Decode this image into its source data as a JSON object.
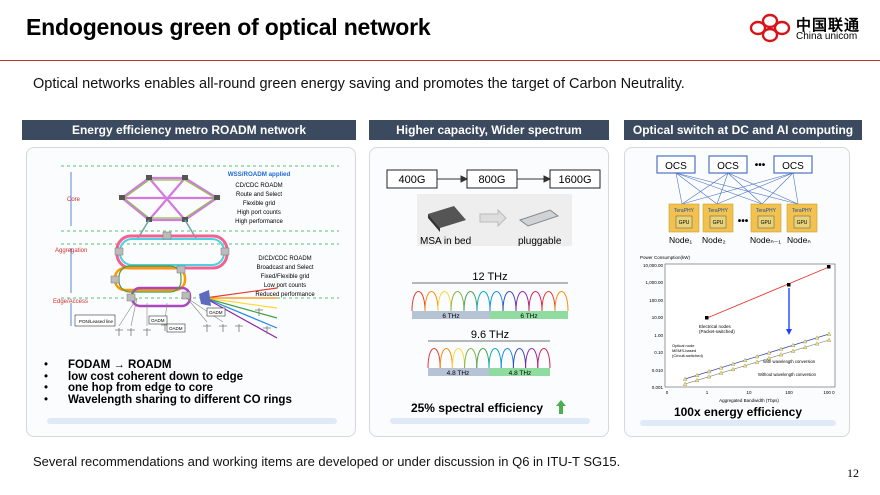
{
  "title": "Endogenous green of optical network",
  "logo": {
    "cn": "中国联通",
    "en": "China unicom"
  },
  "subtitle": "Optical networks enables all-round green energy saving and promotes the target of Carbon Neutrality.",
  "panels": [
    {
      "heading": "Energy efficiency metro ROADM network",
      "layers": {
        "core": "Core",
        "aggregation": "Aggregation",
        "edge": "Edge/Access"
      },
      "wss_title": "WSS/ROADM applied",
      "wss_lines": [
        "CD/CDC ROADM",
        "Route and Select",
        "Flexible grid",
        "High port counts",
        "High performance"
      ],
      "dcdc_lines": [
        "D/CD/CDC ROADM",
        "Broadcast and Select",
        "Fixed/Flexible grid",
        "Low port counts",
        "Reduced performance"
      ],
      "diagram_labels": {
        "pon": "PON/Leased line",
        "oadm1": "OADM",
        "oadm2": "OADM",
        "oadm3": "OADM"
      },
      "bullets": [
        "FODAM → ROADM",
        "low cost coherent down to edge",
        "one hop from edge to core",
        "Wavelength sharing to different CO rings"
      ]
    },
    {
      "heading": "Higher capacity, Wider spectrum",
      "rates": [
        "400G",
        "800G",
        "1600G"
      ],
      "module_labels": [
        "MSA in bed",
        "pluggable"
      ],
      "spectrum": [
        {
          "total": "12 THz",
          "bands": [
            "6 THz",
            "6 THz"
          ]
        },
        {
          "total": "9.6 THz",
          "bands": [
            "4.8 THz",
            "4.8 THz"
          ]
        }
      ],
      "caption": "25% spectral efficiency"
    },
    {
      "heading": "Optical switch at DC and AI computing",
      "ocs": [
        "OCS",
        "OCS",
        "OCS"
      ],
      "ellipsis": "•••",
      "node_chip": "TeraPHY",
      "gpu": "GPU",
      "nodes": [
        "Node₁",
        "Node₂",
        "Nodeₙ₋₁",
        "Nodeₙ"
      ],
      "plot": {
        "ylabel": "Power Consumption(kW)",
        "xlabel": "Aggregated Bandwidth (Tbps)",
        "yticks": [
          "10,000.00",
          "1,000.00",
          "100.00",
          "10.00",
          "1.00",
          "0.10",
          "0.010",
          "0.001"
        ],
        "xticks": [
          "0",
          "1",
          "10",
          "100",
          "100\n0"
        ],
        "annotations": {
          "electrical": [
            "Electrical nodes",
            "(Packet-switched)"
          ],
          "optical": [
            "Optical node",
            "MEMS-based",
            "(Circuit-switched)"
          ],
          "with_wc": "With  wavelength conversion",
          "without_wc": "Without  wavelength conversion"
        }
      },
      "caption": "100x energy efficiency"
    }
  ],
  "footer": "Several recommendations and working items are developed or under discussion in Q6 in ITU-T SG15.",
  "page_number": "12",
  "colors": {
    "accent_red": "#c0392b",
    "header_bg": "#3b4a5e",
    "green": "#2ecc71"
  }
}
